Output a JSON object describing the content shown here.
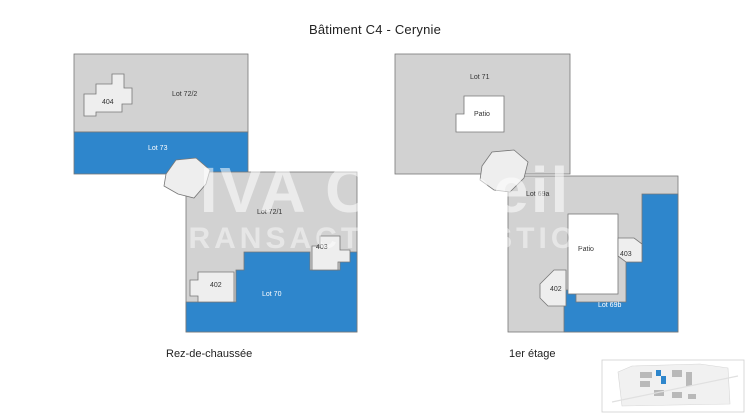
{
  "title": "Bâtiment C4 - Cerynie",
  "floors": {
    "ground": {
      "caption": "Rez-de-chaussée",
      "labels": {
        "lot_72_2": "Lot 72/2",
        "lot_404": "404",
        "lot_73": "Lot 73",
        "lot_72_1": "Lot 72/1",
        "lot_403": "403",
        "lot_402": "402",
        "lot_70": "Lot 70"
      }
    },
    "first": {
      "caption": "1er étage",
      "labels": {
        "lot_71": "Lot 71",
        "patio_top": "Patio",
        "lot_69a": "Lot 69a",
        "patio": "Patio",
        "lot_403": "403",
        "lot_402": "402",
        "lot_69b": "Lot 69b"
      }
    }
  },
  "watermark": {
    "logo": "IVA Conseil",
    "sub": "TRANSACTION GESTION"
  },
  "colors": {
    "lot_gray": "#d2d2d2",
    "lot_blue": "#2e86cc",
    "common_area": "#eeeeee",
    "outline": "#777777"
  },
  "locator_map": {
    "icon": "site-locator-map"
  }
}
